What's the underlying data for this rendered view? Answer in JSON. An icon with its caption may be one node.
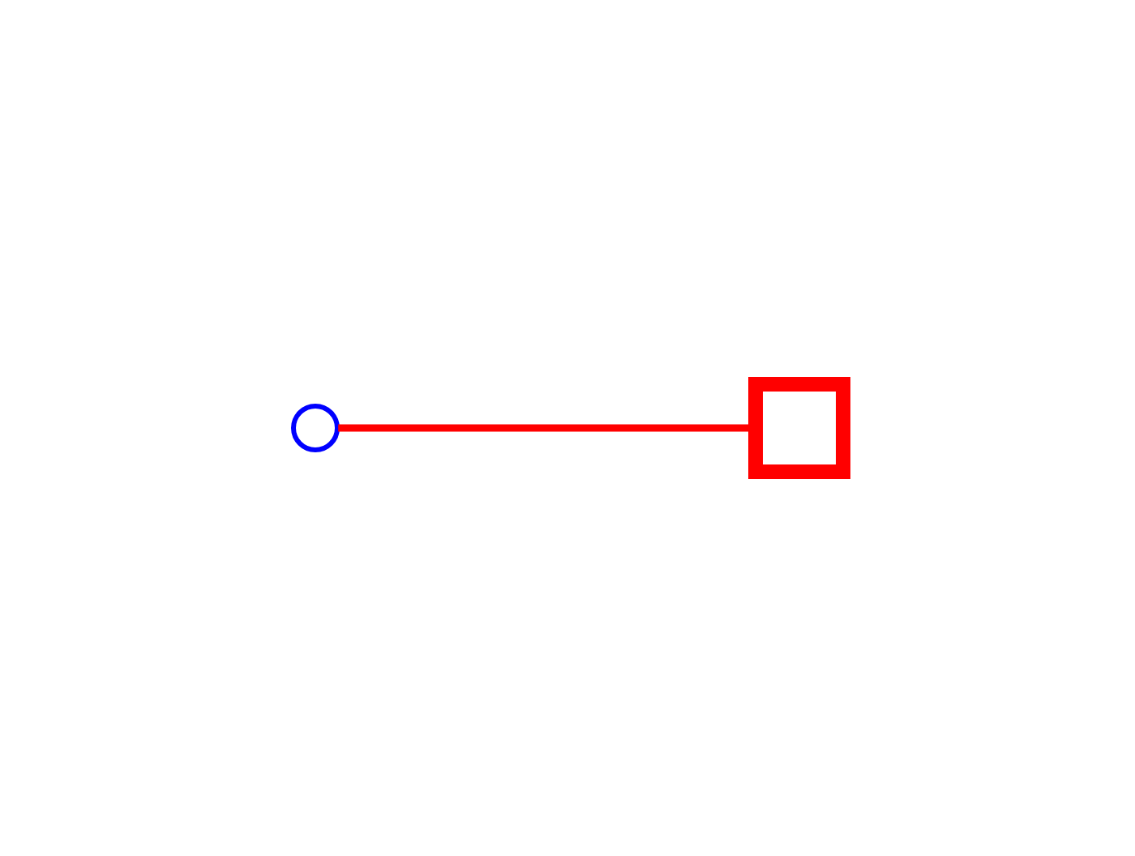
{
  "diagram": {
    "nodes": [
      {
        "text": [],
        "shape": "circle"
      },
      {
        "text": [],
        "shape": "box"
      }
    ],
    "edges": [
      {
        "from": 0,
        "to": 1,
        "arrow": "none",
        "color": "#ff0000"
      }
    ]
  }
}
